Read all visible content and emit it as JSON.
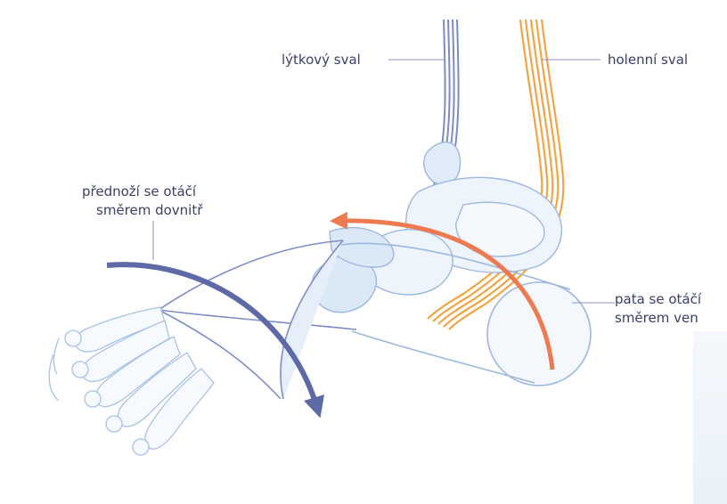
{
  "labels": {
    "calf_muscle": "lýtkový sval",
    "shin_muscle": "holenní sval",
    "forefoot_line1": "přednoží se otáčí",
    "forefoot_line2": "směrem dovnitř",
    "heel_line1": "pata se otáčí",
    "heel_line2": "směrem ven"
  },
  "colors": {
    "bone_outline": "#9cb8de",
    "bone_fill": "#eef4fb",
    "forefoot_arrow": "#5d6aa6",
    "heel_arrow": "#ee7a52",
    "shin_muscle": "#f2a446",
    "calf_muscle": "#7d8cc6",
    "label_text": "#3a3f66",
    "leader_line": "#8a90b0"
  }
}
